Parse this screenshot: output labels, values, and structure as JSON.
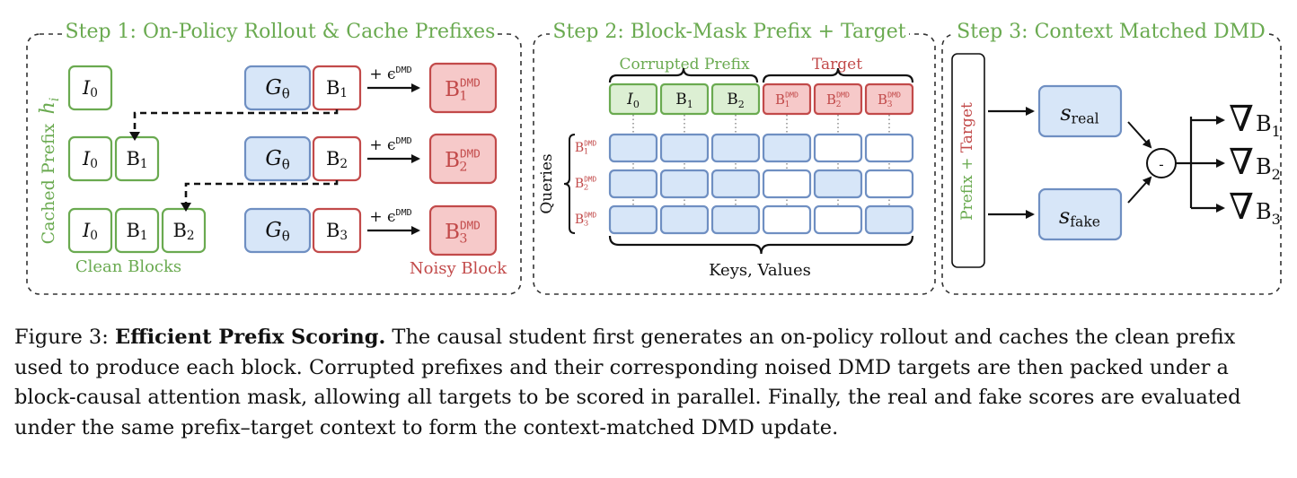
{
  "figure": {
    "panels": [
      {
        "title": "Step 1: On-Policy Rollout & Cache Prefixes"
      },
      {
        "title": "Step 2: Block-Mask  Prefix + Target"
      },
      {
        "title": "Step 3: Context Matched DMD"
      }
    ],
    "step1": {
      "side_label": "Cached Prefix",
      "h_label": "h",
      "h_sub": "i",
      "clean_label": "Clean Blocks",
      "noisy_label": "Noisy Block",
      "noise_label": "+ ϵ",
      "noise_sup": "DMD",
      "generator": "G",
      "generator_sub": "θ",
      "rows": [
        {
          "prefix": [
            {
              "b": "I",
              "s": "0",
              "cal": true
            }
          ],
          "block": {
            "b": "B",
            "s": "1"
          },
          "out": {
            "b": "B",
            "s": "1",
            "sup": "DMD"
          }
        },
        {
          "prefix": [
            {
              "b": "I",
              "s": "0",
              "cal": true
            },
            {
              "b": "B",
              "s": "1"
            }
          ],
          "block": {
            "b": "B",
            "s": "2"
          },
          "out": {
            "b": "B",
            "s": "2",
            "sup": "DMD"
          }
        },
        {
          "prefix": [
            {
              "b": "I",
              "s": "0",
              "cal": true
            },
            {
              "b": "B",
              "s": "1"
            },
            {
              "b": "B",
              "s": "2"
            }
          ],
          "block": {
            "b": "B",
            "s": "3"
          },
          "out": {
            "b": "B",
            "s": "3",
            "sup": "DMD"
          }
        }
      ]
    },
    "step2": {
      "corrupted_label": "Corrupted Prefix",
      "target_label": "Target",
      "queries_label": "Queries",
      "kv_label": "Keys, Values",
      "prefix_tokens": [
        {
          "b": "I",
          "s": "0",
          "cal": true
        },
        {
          "b": "B",
          "s": "1"
        },
        {
          "b": "B",
          "s": "2"
        }
      ],
      "target_tokens": [
        {
          "b": "B",
          "s": "1",
          "sup": "DMD"
        },
        {
          "b": "B",
          "s": "2",
          "sup": "DMD"
        },
        {
          "b": "B",
          "s": "3",
          "sup": "DMD"
        }
      ],
      "query_rows": [
        {
          "b": "B",
          "s": "1",
          "sup": "DMD"
        },
        {
          "b": "B",
          "s": "2",
          "sup": "DMD"
        },
        {
          "b": "B",
          "s": "3",
          "sup": "DMD"
        }
      ],
      "mask": [
        [
          1,
          1,
          1,
          1,
          0,
          0
        ],
        [
          1,
          1,
          1,
          0,
          1,
          0
        ],
        [
          1,
          1,
          1,
          0,
          0,
          1
        ]
      ]
    },
    "step3": {
      "input_a": "Prefix",
      "input_plus": " + ",
      "input_b": "Target",
      "real": {
        "b": "s",
        "s": "real"
      },
      "fake": {
        "b": "s",
        "s": "fake"
      },
      "op": "-",
      "grad_symbol": "∇",
      "outputs": [
        {
          "b": "B",
          "s": "1"
        },
        {
          "b": "B",
          "s": "2"
        },
        {
          "b": "B",
          "s": "3"
        }
      ]
    },
    "colors": {
      "green": "#6aaa50",
      "green_fill": "#dcefd3",
      "red": "#c24a4a",
      "red_fill": "#f6c9c9",
      "blue": "#6f8fc2",
      "blue_fill": "#d7e6f8",
      "dash": "#333333"
    }
  },
  "caption": {
    "label": "Figure 3: ",
    "title": "Efficient Prefix Scoring.",
    "text": " The causal student first generates an on-policy rollout and caches the clean prefix used to produce each block. Corrupted prefixes and their corresponding noised DMD targets are then packed under a block-causal attention mask, allowing all targets to be scored in parallel. Finally, the real and fake scores are evaluated under the same prefix–target context to form the context-matched DMD update."
  }
}
